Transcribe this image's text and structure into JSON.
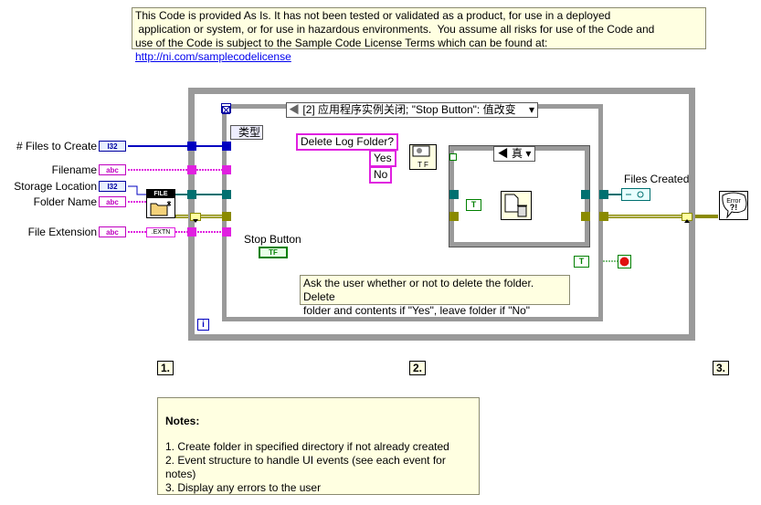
{
  "disclaimer": {
    "lines": [
      "This Code is provided As Is.  It has not been tested or validated as a product, for use in a deployed",
      " application or system, or for use in hazardous environments.  You assume all risks for use of the Code and",
      "use of the Code is subject to the Sample Code License Terms which can be found at: "
    ],
    "link_text": "http://ni.com/samplecodelicense"
  },
  "inputs": {
    "files_to_create": {
      "label": "# Files to Create",
      "type": "I32"
    },
    "filename": {
      "label": "Filename",
      "type": "abc"
    },
    "storage_location": {
      "label": "Storage Location",
      "type": "I32"
    },
    "folder_name": {
      "label": "Folder Name",
      "type": "abc"
    },
    "file_extension": {
      "label": "File Extension",
      "type": "abc"
    }
  },
  "file_node": {
    "label": "FILE"
  },
  "extn_const": ".EXTN",
  "event_structure": {
    "selector": "[2] 应用程序实例关闭; \"Stop Button\": 值改变",
    "type_node": "类型",
    "stop_button_label": "Stop Button",
    "stop_button_icon": "TF"
  },
  "dialog": {
    "message": "Delete Log Folder?",
    "yes": "Yes",
    "no": "No",
    "tf": "T F"
  },
  "case_structure": {
    "selector": "真",
    "bool_const": "T"
  },
  "files_created_label": "Files Created",
  "stop_const": "T",
  "inner_note": {
    "lines": [
      "Ask the user whether or not to delete the folder.  Delete",
      "folder and contents if \"Yes\", leave folder if \"No\""
    ]
  },
  "iteration_terminal": "i",
  "error_node": "Error",
  "step_tags": [
    "1.",
    "2.",
    "3."
  ],
  "notes": {
    "title": "Notes:",
    "items": [
      "1.  Create folder in specified directory if not already created",
      "2.  Event structure to handle UI events (see each event for notes)",
      "3.  Display any errors to the user"
    ]
  },
  "colors": {
    "int_wire": "#0000c0",
    "string_wire": "#e020e0",
    "path_wire": "#007070",
    "error_wire": "#8a8a00",
    "bool_wire": "#008000",
    "structure_border": "#9a9a9a",
    "note_bg": "#ffffe1"
  }
}
